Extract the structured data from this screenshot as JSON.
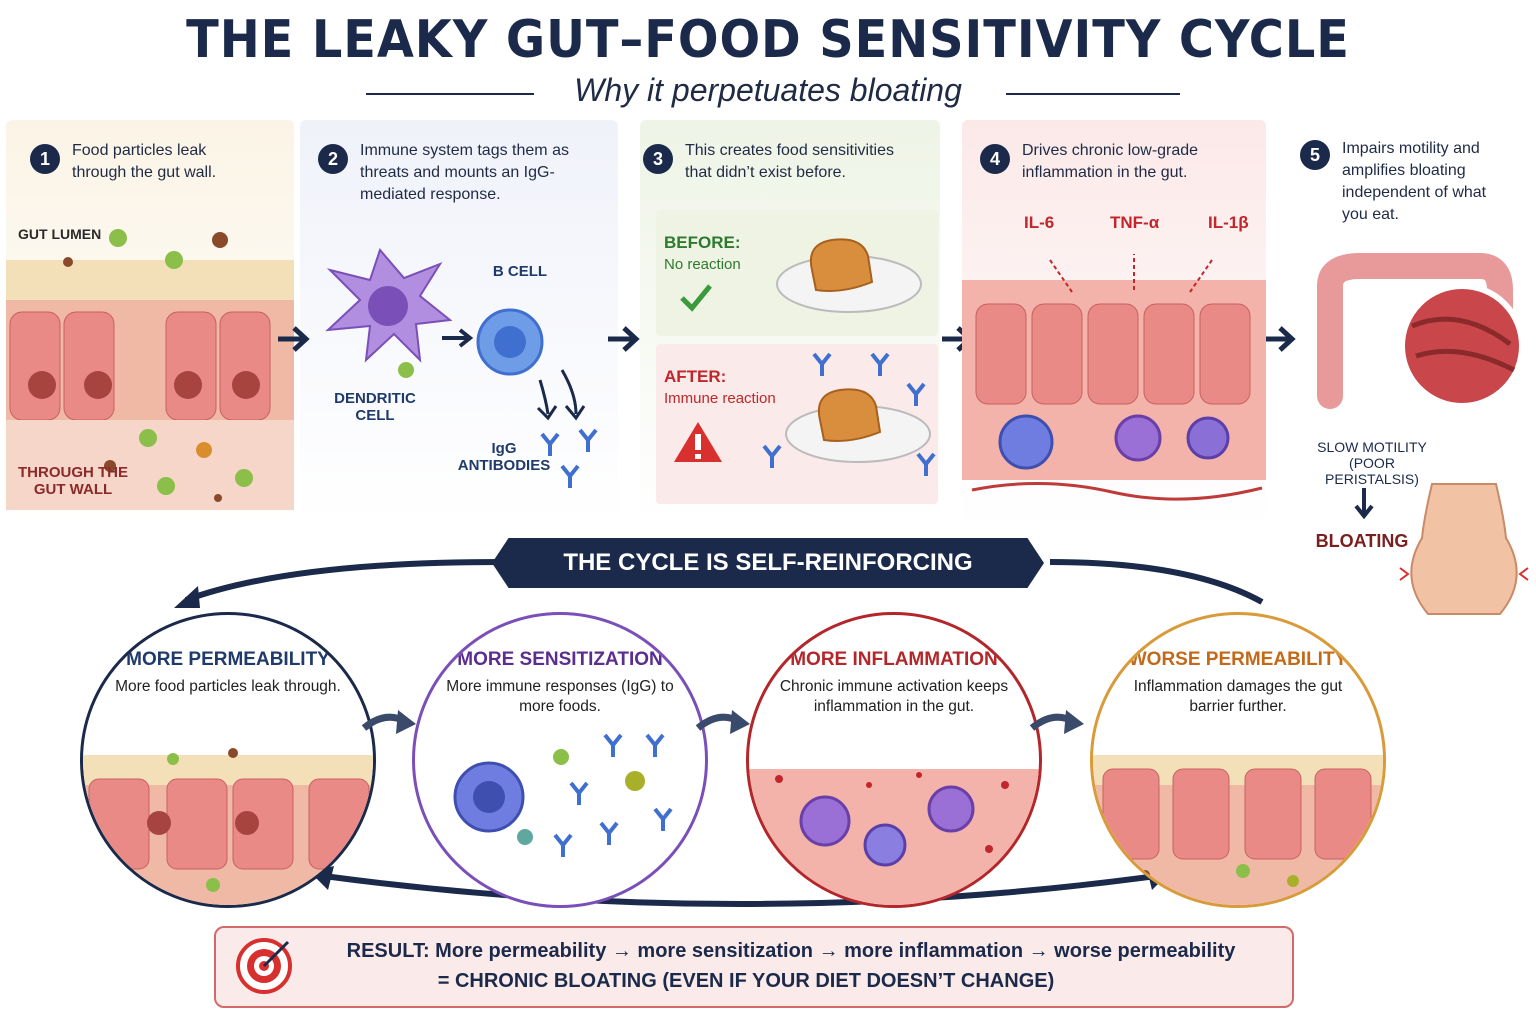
{
  "title": "THE LEAKY GUT–FOOD SENSITIVITY CYCLE",
  "subtitle": "Why it perpetuates bloating",
  "steps": [
    {
      "num": "1",
      "text": "Food particles leak through the gut wall."
    },
    {
      "num": "2",
      "text": "Immune system tags them as threats and mounts an IgG-mediated response."
    },
    {
      "num": "3",
      "text": "This creates food sensitivities that didn’t exist before."
    },
    {
      "num": "4",
      "text": "Drives chronic low-grade inflammation in the gut."
    },
    {
      "num": "5",
      "text": "Impairs motility and amplifies bloating independent of what you eat."
    }
  ],
  "panel1": {
    "top_label": "GUT LUMEN",
    "bottom_label": "THROUGH THE GUT WALL"
  },
  "panel2": {
    "dendritic": "DENDRITIC CELL",
    "bcell": "B CELL",
    "igg": "IgG ANTIBODIES"
  },
  "panel3": {
    "before_title": "BEFORE:",
    "before_text": "No reaction",
    "after_title": "AFTER:",
    "after_text": "Immune reaction"
  },
  "panel4": {
    "cytokines": [
      "IL-6",
      "TNF-α",
      "IL-1β"
    ]
  },
  "panel5": {
    "motility": "SLOW MOTILITY (POOR PERISTALSIS)",
    "bloating": "BLOATING"
  },
  "banner": "THE CYCLE IS SELF-REINFORCING",
  "cycle": [
    {
      "title": "MORE PERMEABILITY",
      "text": "More food particles leak through.",
      "color": "#1f3a6b"
    },
    {
      "title": "MORE SENSITIZATION",
      "text": "More immune responses (IgG) to more foods.",
      "color": "#5b2d8e"
    },
    {
      "title": "MORE INFLAMMATION",
      "text": "Chronic immune activation keeps inflammation in the gut.",
      "color": "#b3262a"
    },
    {
      "title": "WORSE PERMEABILITY",
      "text": "Inflammation damages the gut barrier further.",
      "color": "#c26a1a"
    }
  ],
  "result": {
    "line1": "RESULT: More permeability → more sensitization → more inflammation → worse permeability",
    "line2": "= CHRONIC BLOATING (EVEN IF YOUR DIET DOESN’T CHANGE)"
  },
  "colors": {
    "navy": "#1b2a4a",
    "cell": "#e98a86",
    "cellDark": "#c9605f",
    "nucleus": "#a8443f",
    "purple": "#7a4fb8",
    "blue": "#3f6fcf",
    "red": "#c0262a",
    "orange": "#c26a1a"
  }
}
